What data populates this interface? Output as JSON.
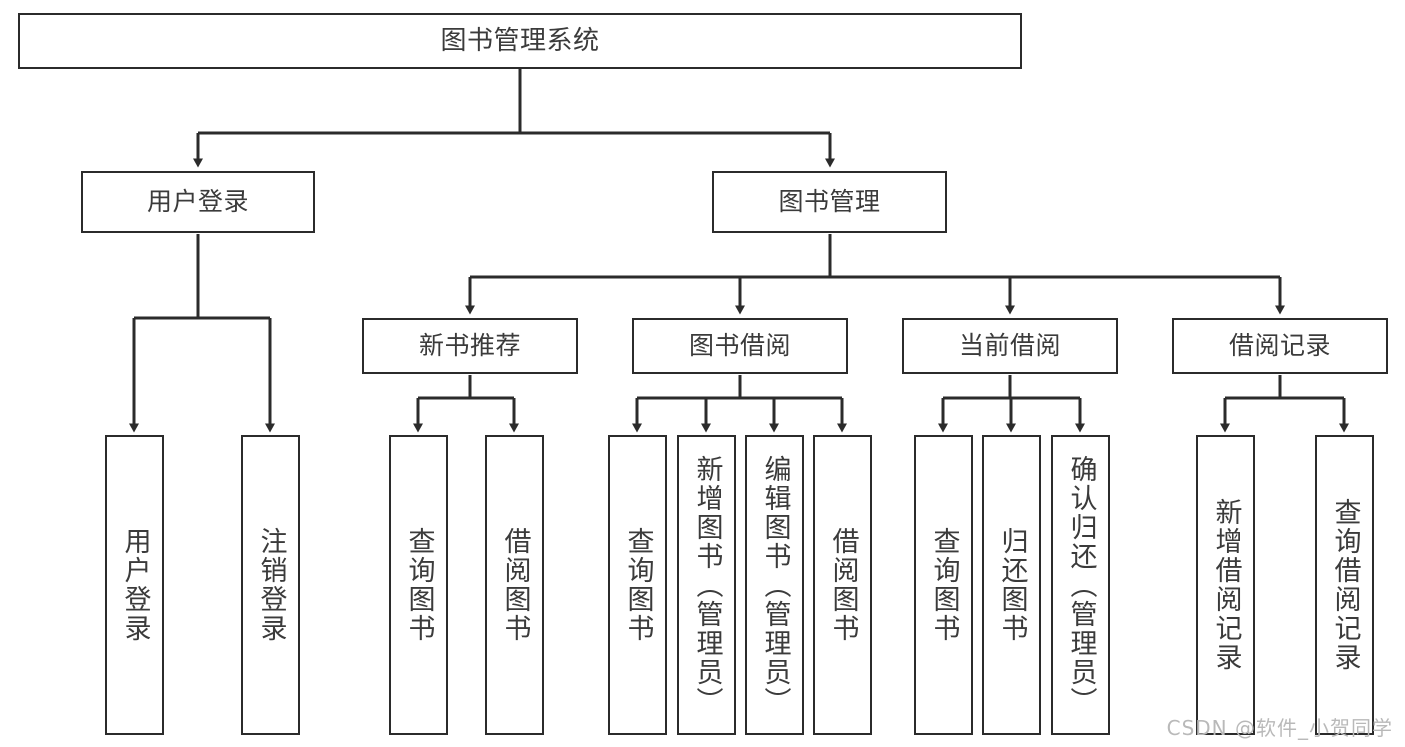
{
  "diagram": {
    "title": "图书管理系统",
    "type": "tree",
    "watermark": "CSDN @软件_小贺同学",
    "colors": {
      "border": "#2b2b2b",
      "text": "#3b3b3b",
      "background": "#ffffff",
      "edge": "#2b2b2b",
      "watermark": "#b9b9b9"
    },
    "levels": [
      {
        "level": 0,
        "nodes": [
          {
            "id": "root",
            "label": "图书管理系统",
            "orientation": "horizontal"
          }
        ]
      },
      {
        "level": 1,
        "nodes": [
          {
            "id": "login",
            "label": "用户登录",
            "orientation": "horizontal",
            "parent": "root"
          },
          {
            "id": "bookmgmt",
            "label": "图书管理",
            "orientation": "horizontal",
            "parent": "root"
          }
        ]
      },
      {
        "level": 2,
        "nodes": [
          {
            "id": "newbook",
            "label": "新书推荐",
            "orientation": "horizontal",
            "parent": "bookmgmt"
          },
          {
            "id": "borrow",
            "label": "图书借阅",
            "orientation": "horizontal",
            "parent": "bookmgmt"
          },
          {
            "id": "current",
            "label": "当前借阅",
            "orientation": "horizontal",
            "parent": "bookmgmt"
          },
          {
            "id": "records",
            "label": "借阅记录",
            "orientation": "horizontal",
            "parent": "bookmgmt"
          }
        ]
      },
      {
        "level": 3,
        "nodes": [
          {
            "id": "leaf-login-1",
            "label": "用户登录",
            "orientation": "vertical",
            "parent": "login"
          },
          {
            "id": "leaf-login-2",
            "label": "注销登录",
            "orientation": "vertical",
            "parent": "login"
          },
          {
            "id": "leaf-new-1",
            "label": "查询图书",
            "orientation": "vertical",
            "parent": "newbook"
          },
          {
            "id": "leaf-new-2",
            "label": "借阅图书",
            "orientation": "vertical",
            "parent": "newbook"
          },
          {
            "id": "leaf-borrow-1",
            "label": "查询图书",
            "orientation": "vertical",
            "parent": "borrow"
          },
          {
            "id": "leaf-borrow-2",
            "label": "新增图书（管理员）",
            "orientation": "vertical",
            "parent": "borrow"
          },
          {
            "id": "leaf-borrow-3",
            "label": "编辑图书（管理员）",
            "orientation": "vertical",
            "parent": "borrow"
          },
          {
            "id": "leaf-borrow-4",
            "label": "借阅图书",
            "orientation": "vertical",
            "parent": "borrow"
          },
          {
            "id": "leaf-current-1",
            "label": "查询图书",
            "orientation": "vertical",
            "parent": "current"
          },
          {
            "id": "leaf-current-2",
            "label": "归还图书",
            "orientation": "vertical",
            "parent": "current"
          },
          {
            "id": "leaf-current-3",
            "label": "确认归还（管理员）",
            "orientation": "vertical",
            "parent": "current"
          },
          {
            "id": "leaf-records-1",
            "label": "新增借阅记录",
            "orientation": "vertical",
            "parent": "records"
          },
          {
            "id": "leaf-records-2",
            "label": "查询借阅记录",
            "orientation": "vertical",
            "parent": "records"
          }
        ]
      }
    ]
  },
  "nodes": {
    "root": "图书管理系统",
    "login": "用户登录",
    "bookmgmt": "图书管理",
    "newbook": "新书推荐",
    "borrow": "图书借阅",
    "current": "当前借阅",
    "records": "借阅记录",
    "leaf_login_1": "用户登录",
    "leaf_login_2": "注销登录",
    "leaf_new_1": "查询图书",
    "leaf_new_2": "借阅图书",
    "leaf_borrow_1": "查询图书",
    "leaf_borrow_2": "新增图书（管理员）",
    "leaf_borrow_3": "编辑图书（管理员）",
    "leaf_borrow_4": "借阅图书",
    "leaf_current_1": "查询图书",
    "leaf_current_2": "归还图书",
    "leaf_current_3": "确认归还（管理员）",
    "leaf_records_1": "新增借阅记录",
    "leaf_records_2": "查询借阅记录"
  },
  "watermark": {
    "text": "CSDN @软件_小贺同学"
  }
}
